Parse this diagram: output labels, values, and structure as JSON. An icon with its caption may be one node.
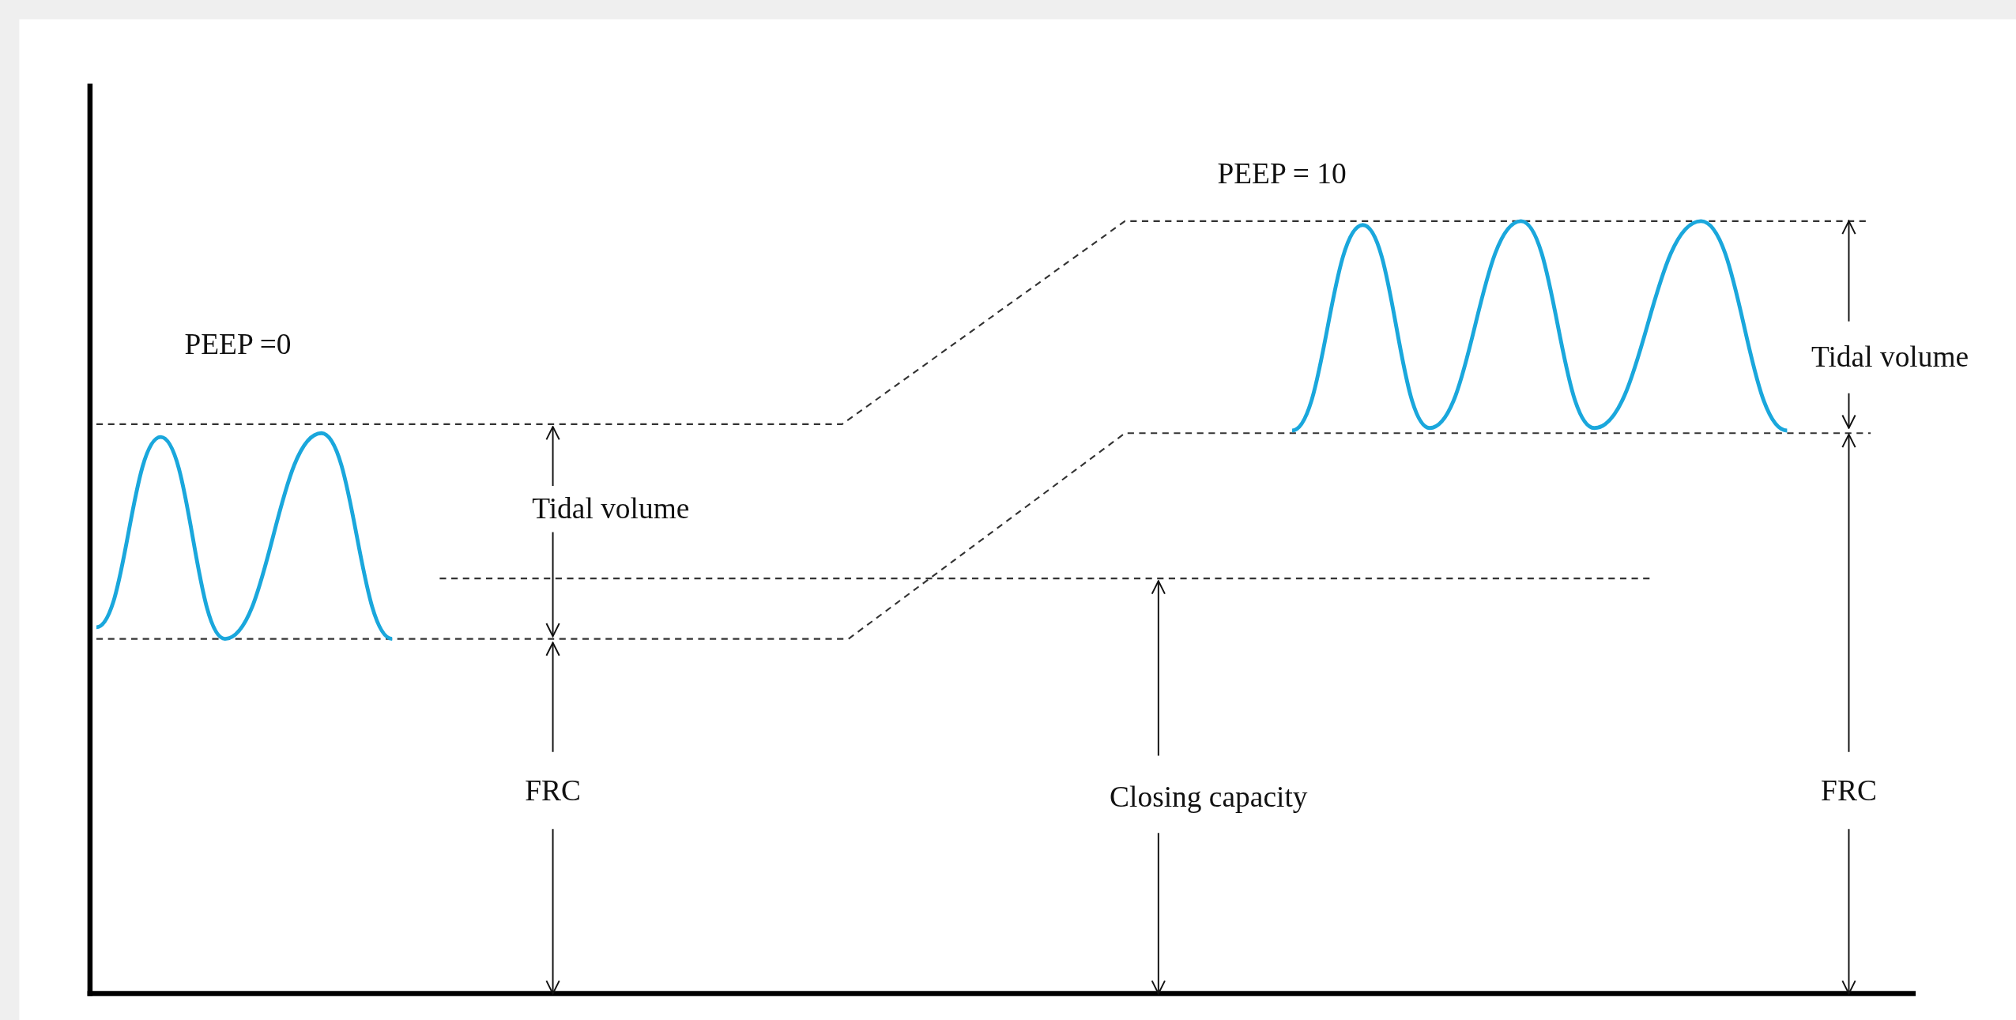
{
  "diagram": {
    "labels": [
      "PEEP = 10",
      "PEEP =0",
      "Tidal volume",
      "Tidal volume",
      "FRC",
      "Closing capacity",
      "FRC"
    ]
  }
}
